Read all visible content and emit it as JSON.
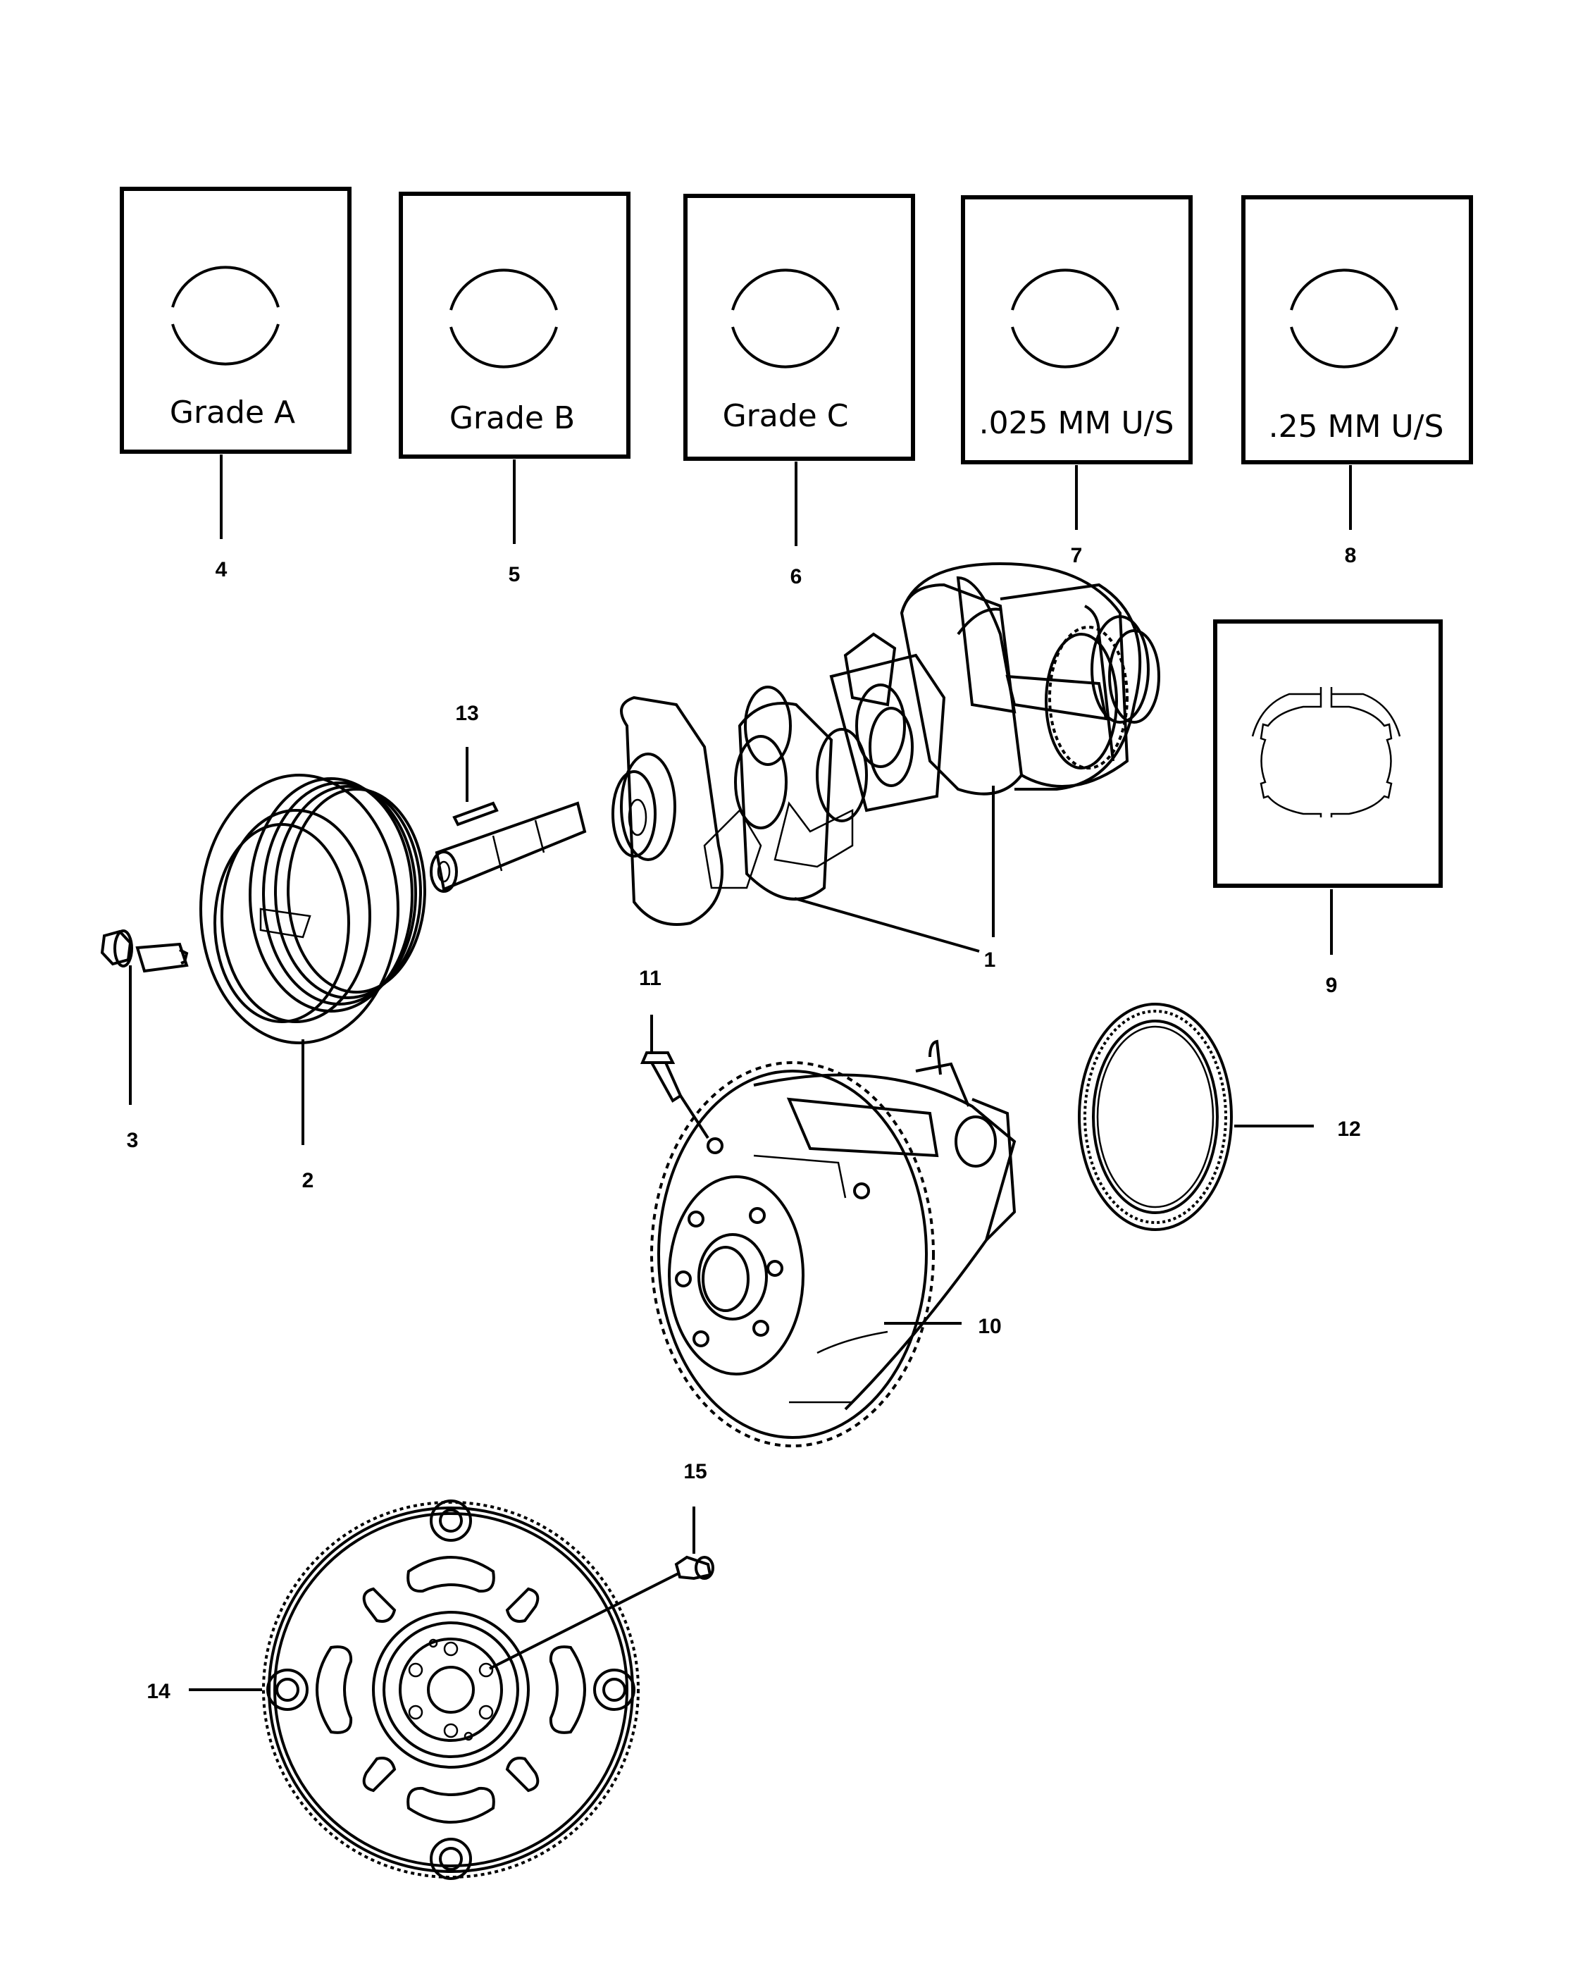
{
  "bearing_boxes": [
    {
      "label": "Grade A",
      "callout": "4"
    },
    {
      "label": "Grade B",
      "callout": "5"
    },
    {
      "label": "Grade C",
      "callout": "6"
    },
    {
      "label": ".025 MM U/S",
      "callout": "7"
    },
    {
      "label": ".25 MM U/S",
      "callout": "8"
    }
  ],
  "callouts": {
    "crankshaft": "1",
    "damper": "2",
    "damper_bolt": "3",
    "thrust_washer": "9",
    "tone_wheel": "10",
    "tone_wheel_screw": "11",
    "rear_seal": "12",
    "key": "13",
    "flexplate": "14",
    "flexplate_bolt": "15"
  }
}
